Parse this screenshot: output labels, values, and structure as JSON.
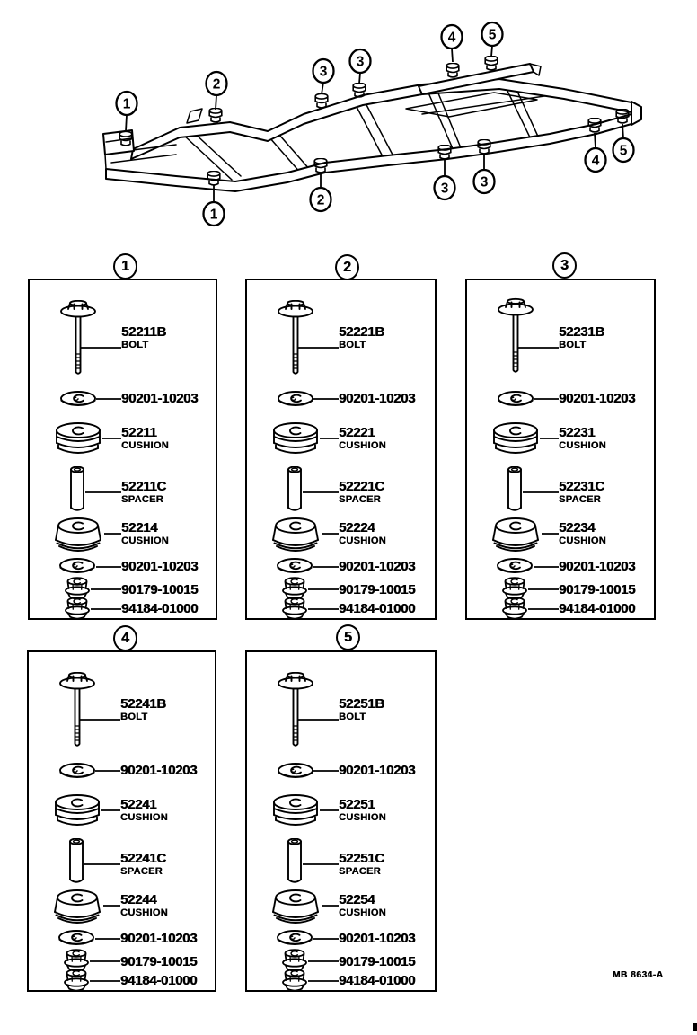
{
  "doc": {
    "figure_code": "MB 8634-A"
  },
  "frame": {
    "callouts": [
      "1",
      "2",
      "3",
      "3",
      "4",
      "5",
      "1",
      "2",
      "3",
      "3",
      "4",
      "5"
    ]
  },
  "groups": [
    {
      "callout": "1",
      "parts": [
        {
          "number": "52211B",
          "name": "BOLT"
        },
        {
          "number": "90201-10203",
          "name": ""
        },
        {
          "number": "52211",
          "name": "CUSHION"
        },
        {
          "number": "52211C",
          "name": "SPACER"
        },
        {
          "number": "52214",
          "name": "CUSHION"
        },
        {
          "number": "90201-10203",
          "name": ""
        },
        {
          "number": "90179-10015",
          "name": ""
        },
        {
          "number": "94184-01000",
          "name": ""
        }
      ]
    },
    {
      "callout": "2",
      "parts": [
        {
          "number": "52221B",
          "name": "BOLT"
        },
        {
          "number": "90201-10203",
          "name": ""
        },
        {
          "number": "52221",
          "name": "CUSHION"
        },
        {
          "number": "52221C",
          "name": "SPACER"
        },
        {
          "number": "52224",
          "name": "CUSHION"
        },
        {
          "number": "90201-10203",
          "name": ""
        },
        {
          "number": "90179-10015",
          "name": ""
        },
        {
          "number": "94184-01000",
          "name": ""
        }
      ]
    },
    {
      "callout": "3",
      "parts": [
        {
          "number": "52231B",
          "name": "BOLT"
        },
        {
          "number": "90201-10203",
          "name": ""
        },
        {
          "number": "52231",
          "name": "CUSHION"
        },
        {
          "number": "52231C",
          "name": "SPACER"
        },
        {
          "number": "52234",
          "name": "CUSHION"
        },
        {
          "number": "90201-10203",
          "name": ""
        },
        {
          "number": "90179-10015",
          "name": ""
        },
        {
          "number": "94184-01000",
          "name": ""
        }
      ]
    },
    {
      "callout": "4",
      "parts": [
        {
          "number": "52241B",
          "name": "BOLT"
        },
        {
          "number": "90201-10203",
          "name": ""
        },
        {
          "number": "52241",
          "name": "CUSHION"
        },
        {
          "number": "52241C",
          "name": "SPACER"
        },
        {
          "number": "52244",
          "name": "CUSHION"
        },
        {
          "number": "90201-10203",
          "name": ""
        },
        {
          "number": "90179-10015",
          "name": ""
        },
        {
          "number": "94184-01000",
          "name": ""
        }
      ]
    },
    {
      "callout": "5",
      "parts": [
        {
          "number": "52251B",
          "name": "BOLT"
        },
        {
          "number": "90201-10203",
          "name": ""
        },
        {
          "number": "52251",
          "name": "CUSHION"
        },
        {
          "number": "52251C",
          "name": "SPACER"
        },
        {
          "number": "52254",
          "name": "CUSHION"
        },
        {
          "number": "90201-10203",
          "name": ""
        },
        {
          "number": "90179-10015",
          "name": ""
        },
        {
          "number": "94184-01000",
          "name": ""
        }
      ]
    }
  ]
}
